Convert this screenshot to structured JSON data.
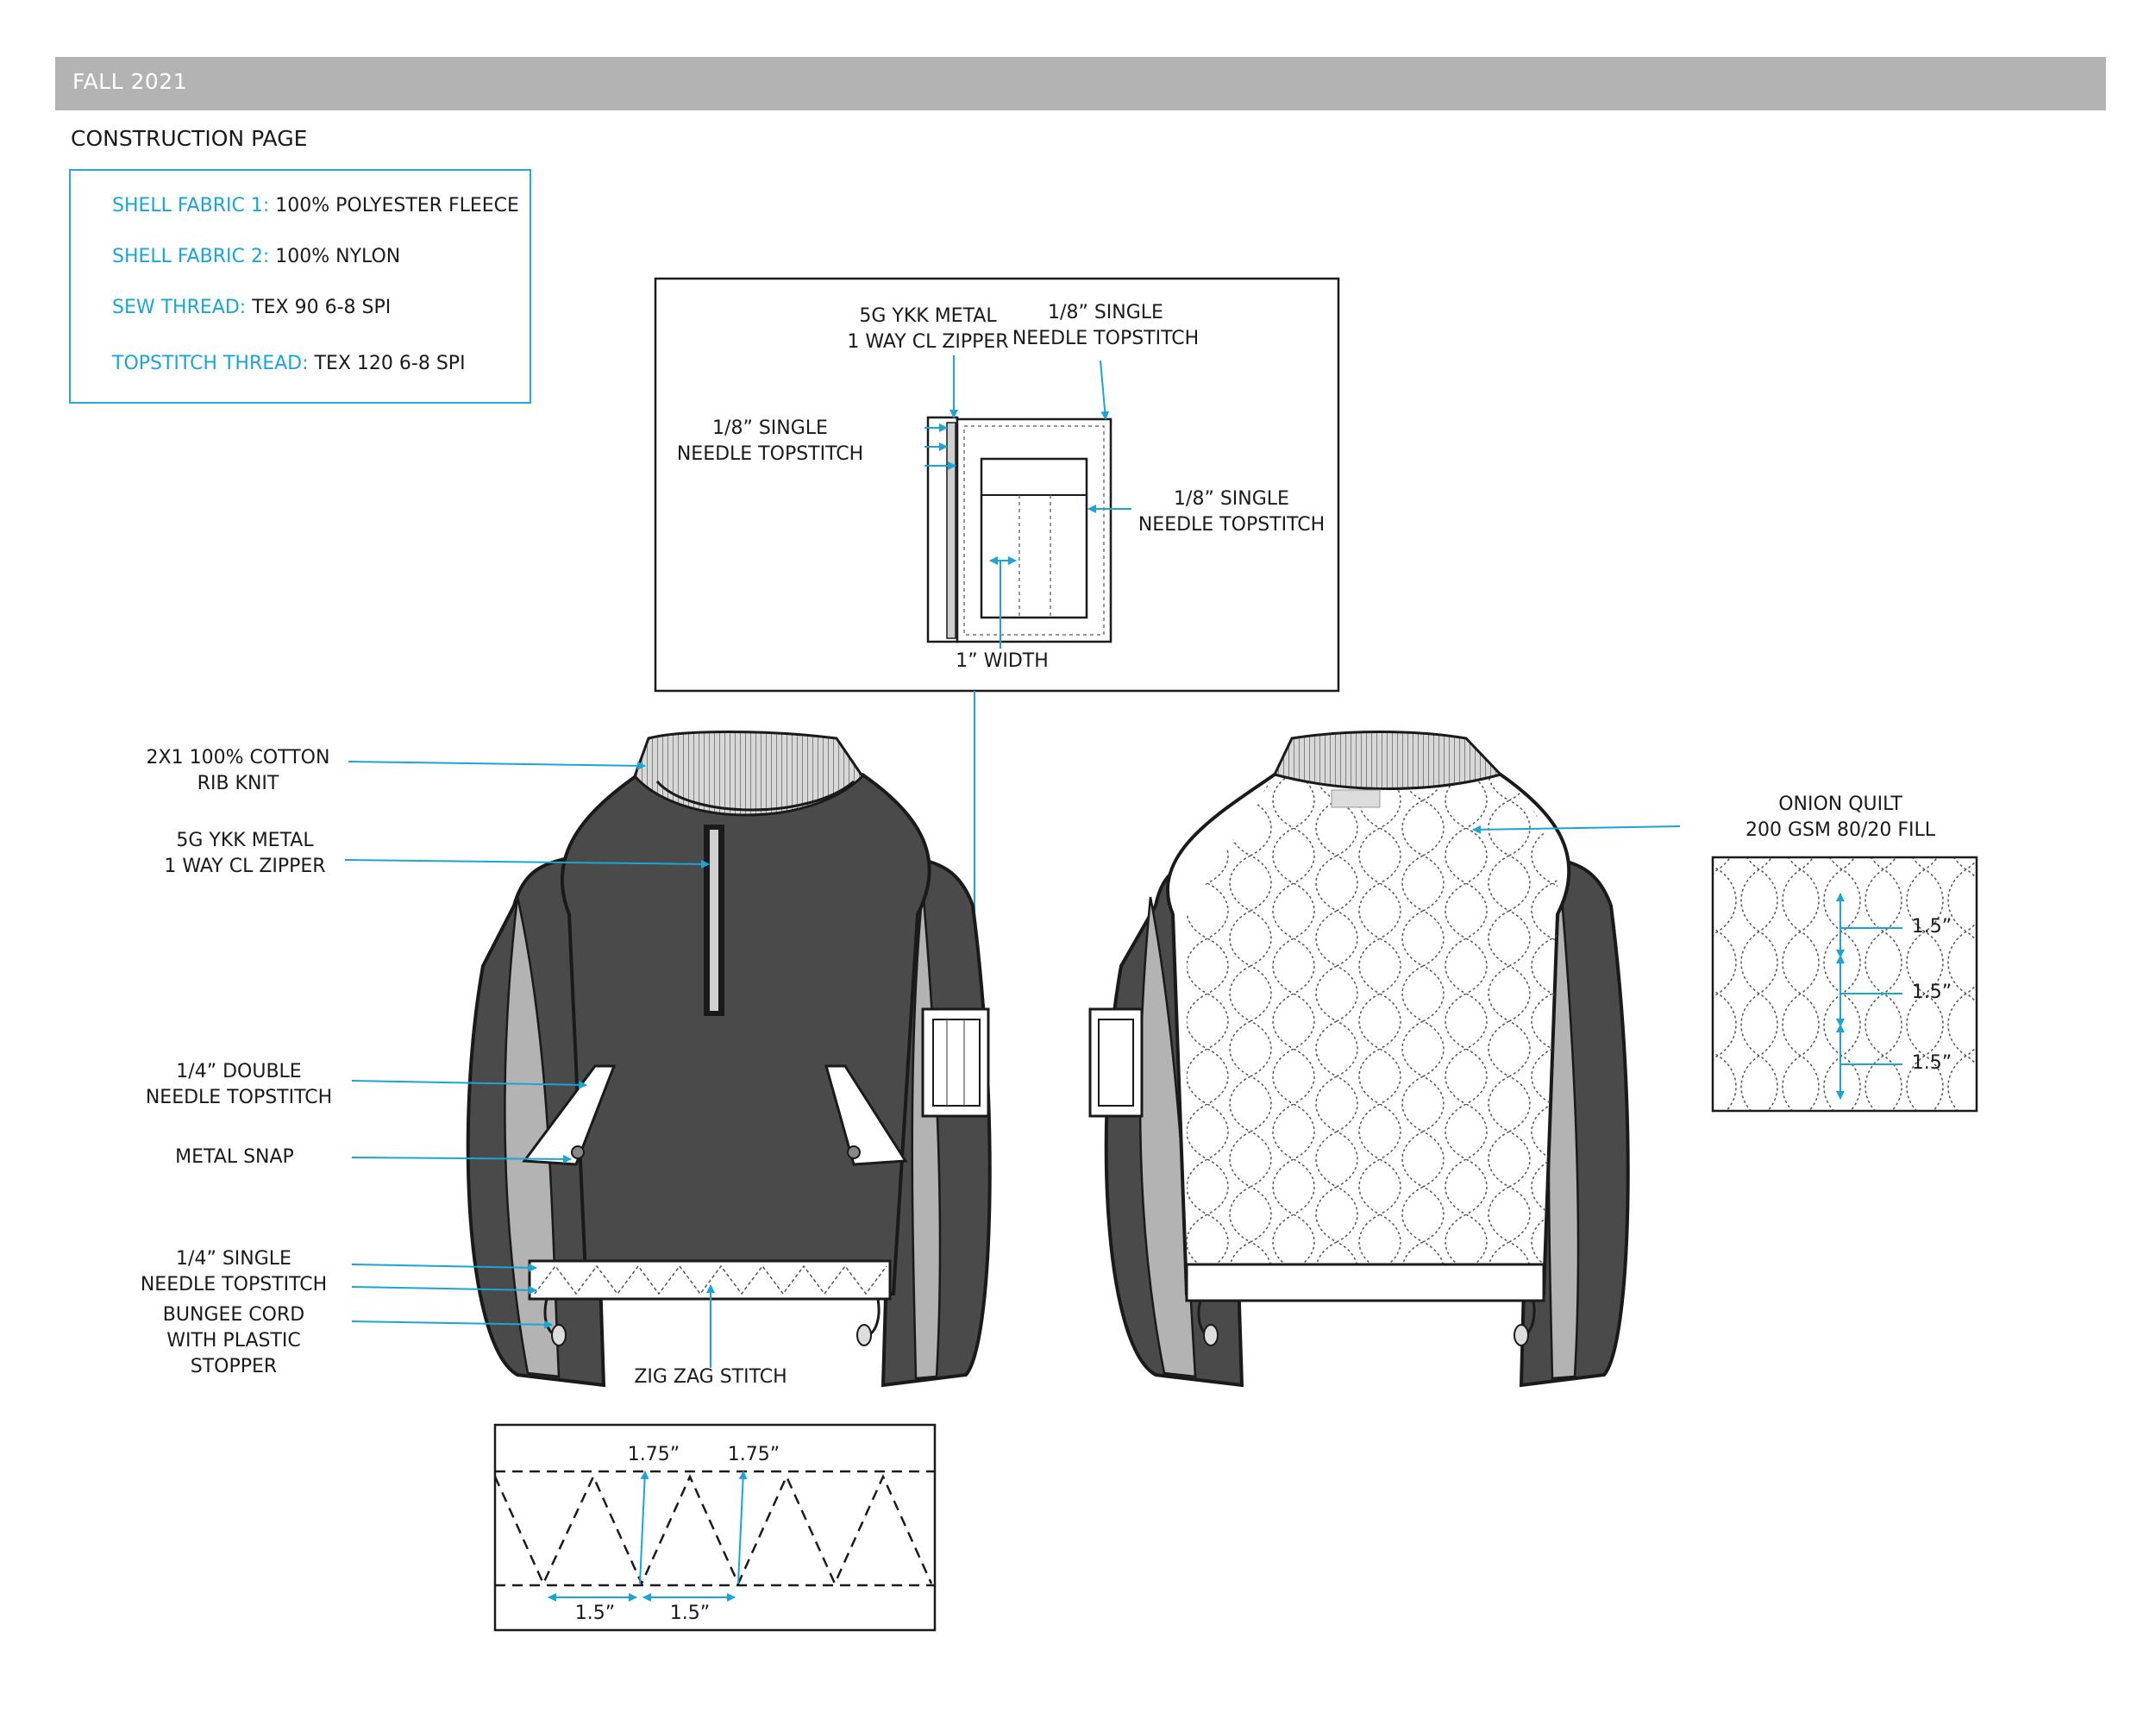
{
  "header": {
    "season": "FALL 2021"
  },
  "page_title": "CONSTRUCTION PAGE",
  "specs": [
    {
      "key": "SHELL FABRIC 1:",
      "value": "100% POLYESTER FLEECE"
    },
    {
      "key": "SHELL FABRIC 2:",
      "value": "100% NYLON"
    },
    {
      "key": "SEW THREAD:",
      "value": "TEX 90 6-8 SPI"
    },
    {
      "key": "TOPSTITCH THREAD:",
      "value": "TEX 120 6-8 SPI"
    }
  ],
  "detail_callouts": {
    "zipper": "5G YKK METAL\n1 WAY CL ZIPPER",
    "topstitch_top": "1/8” SINGLE\nNEEDLE TOPSTITCH",
    "topstitch_left": "1/8” SINGLE\nNEEDLE TOPSTITCH",
    "topstitch_right": "1/8” SINGLE\nNEEDLE TOPSTITCH",
    "width": "1” WIDTH"
  },
  "front_callouts": {
    "rib": "2X1 100% COTTON\nRIB KNIT",
    "zipper": "5G YKK METAL\n1 WAY CL ZIPPER",
    "double_topstitch": "1/4” DOUBLE\nNEEDLE TOPSTITCH",
    "snap": "METAL SNAP",
    "single_topstitch": "1/4” SINGLE\nNEEDLE TOPSTITCH",
    "bungee": "BUNGEE CORD\nWITH PLASTIC\nSTOPPER",
    "zigzag": "ZIG ZAG STITCH"
  },
  "quilt": {
    "title": "ONION QUILT\n200 GSM 80/20 FILL",
    "measures": [
      "1.5”",
      "1.5”",
      "1.5”"
    ]
  },
  "zigzag_detail": {
    "heights": [
      "1.75”",
      "1.75”"
    ],
    "widths": [
      "1.5”",
      "1.5”"
    ]
  },
  "colors": {
    "accent": "#1ba5d6",
    "shell_dark": "#4a4a4a",
    "shell_light": "#b3b3b3",
    "header": "#b3b3b3"
  }
}
